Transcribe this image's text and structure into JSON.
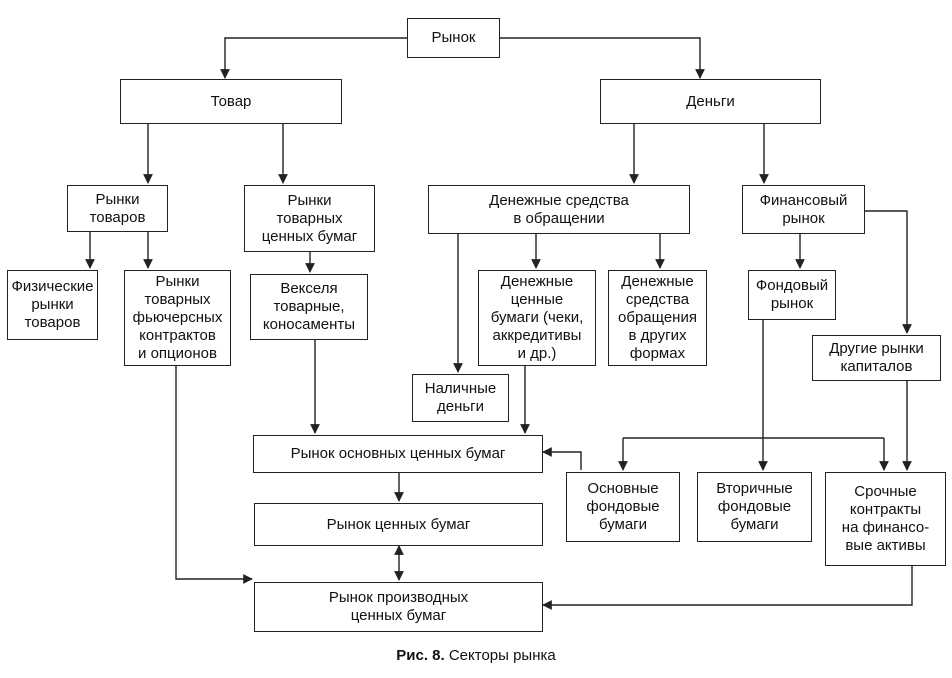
{
  "nodes": {
    "market": "Рынок",
    "goods": "Товар",
    "money": "Деньги",
    "goods_markets": "Рынки\nтоваров",
    "commodity_securities_markets": "Рынки\nтоварных\nценных бумаг",
    "money_in_circulation": "Денежные средства\nв обращении",
    "financial_market": "Финансовый\nрынок",
    "physical_goods_markets": "Физические\nрынки\nтоваров",
    "commodity_futures_options": "Рынки\nтоварных\nфьючерсных\nконтрактов\nи опционов",
    "bills_bills_of_lading": "Векселя\nтоварные,\nконосаменты",
    "monetary_securities": "Денежные\nценные\nбумаги (чеки,\nаккредитивы\nи др.)",
    "other_circulation_forms": "Денежные\nсредства\nобращения\nв других\nформах",
    "stock_market": "Фондовый\nрынок",
    "cash": "Наличные\nденьги",
    "other_capital_markets": "Другие рынки\nкапиталов",
    "primary_securities_market": "Рынок основных ценных бумаг",
    "primary_stock_securities": "Основные\nфондовые\nбумаги",
    "secondary_stock_securities": "Вторичные\nфондовые\nбумаги",
    "term_contracts": "Срочные\nконтракты\nна финансо-\nвые активы",
    "securities_market": "Рынок ценных бумаг",
    "derivatives_market": "Рынок производных\nценных бумаг"
  },
  "caption": {
    "label": "Рис. 8.",
    "text": " Секторы рынка"
  }
}
